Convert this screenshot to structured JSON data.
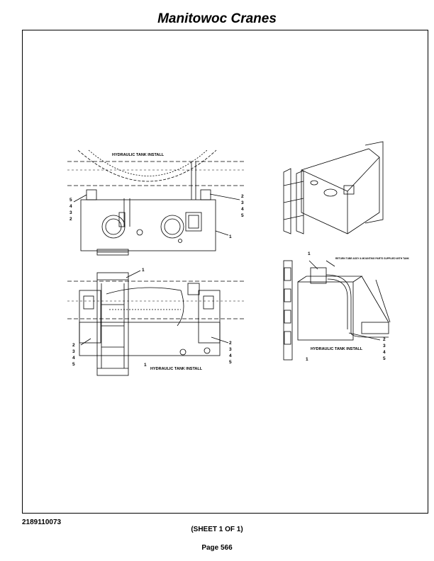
{
  "header": {
    "title": "Manitowoc Cranes"
  },
  "drawing": {
    "top_left_label": "HYDRAULIC TANK INSTALL",
    "bottom_left_label": "HYDRAULIC TANK INSTALL",
    "side_label": "HYDRAULIC TANK INSTALL",
    "note": "RETURN TUBE ASSY & MOUNTING PARTS SUPPLIED WITH TANK",
    "callouts": {
      "one": "1",
      "two": "2",
      "three": "3",
      "four": "4",
      "five": "5"
    }
  },
  "footer": {
    "part_number": "2189110073",
    "sheet": "(SHEET 1 OF 1)",
    "page": "Page 566"
  }
}
